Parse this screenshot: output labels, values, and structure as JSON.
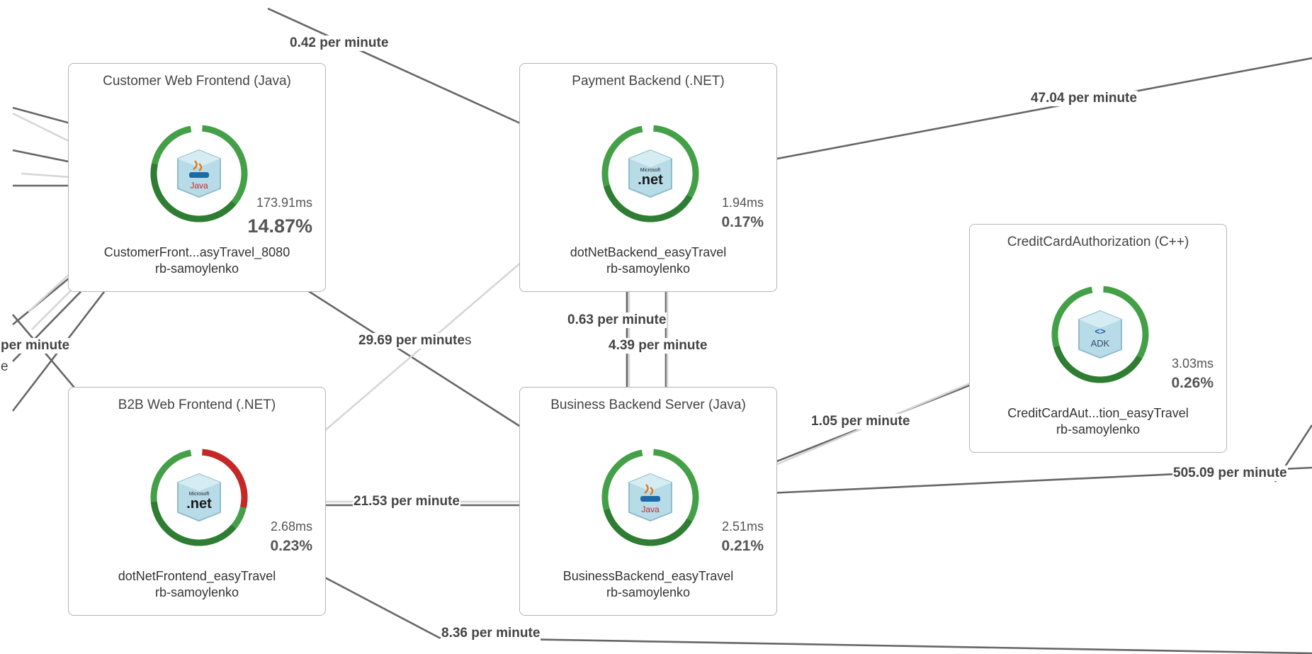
{
  "nodes": {
    "customer_web_frontend": {
      "title": "Customer Web Frontend (Java)",
      "icon": "java-icon",
      "ms": "173.91ms",
      "pct": "14.87%",
      "name": "CustomerFront...asyTravel_8080",
      "host": "rb-samoylenko"
    },
    "payment_backend": {
      "title": "Payment Backend (.NET)",
      "icon": "dotnet-icon",
      "ms": "1.94ms",
      "pct": "0.17%",
      "name": "dotNetBackend_easyTravel",
      "host": "rb-samoylenko"
    },
    "credit_card_authorization": {
      "title": "CreditCardAuthorization (C++)",
      "icon": "adk-icon",
      "ms": "3.03ms",
      "pct": "0.26%",
      "name": "CreditCardAut...tion_easyTravel",
      "host": "rb-samoylenko"
    },
    "b2b_web_frontend": {
      "title": "B2B Web Frontend (.NET)",
      "icon": "dotnet-icon",
      "ms": "2.68ms",
      "pct": "0.23%",
      "name": "dotNetFrontend_easyTravel",
      "host": "rb-samoylenko"
    },
    "business_backend": {
      "title": "Business Backend Server (Java)",
      "icon": "java-icon",
      "ms": "2.51ms",
      "pct": "0.21%",
      "name": "BusinessBackend_easyTravel",
      "host": "rb-samoylenko"
    }
  },
  "edges": {
    "top_left": "0.42 per minute",
    "top_right": "47.04 per minute",
    "left_mid": "per minute",
    "cut_glyph": "e",
    "center_cross": "29.69 per minute",
    "center_cross_suffix": "s",
    "payment_down": "0.63 per minute",
    "payment_up": "4.39 per minute",
    "to_credit_card": "1.05 per minute",
    "right_out": "505.09 per minute",
    "b2b_to_business": "21.53 per minute",
    "bottom": "8.36 per minute"
  },
  "colors": {
    "healthy": "#43a047",
    "healthy_dark": "#2e7d32",
    "critical": "#c62828",
    "edge_dark": "#666666",
    "edge_light": "#d6d6d6",
    "cube_blue": "#b8dbe8"
  }
}
